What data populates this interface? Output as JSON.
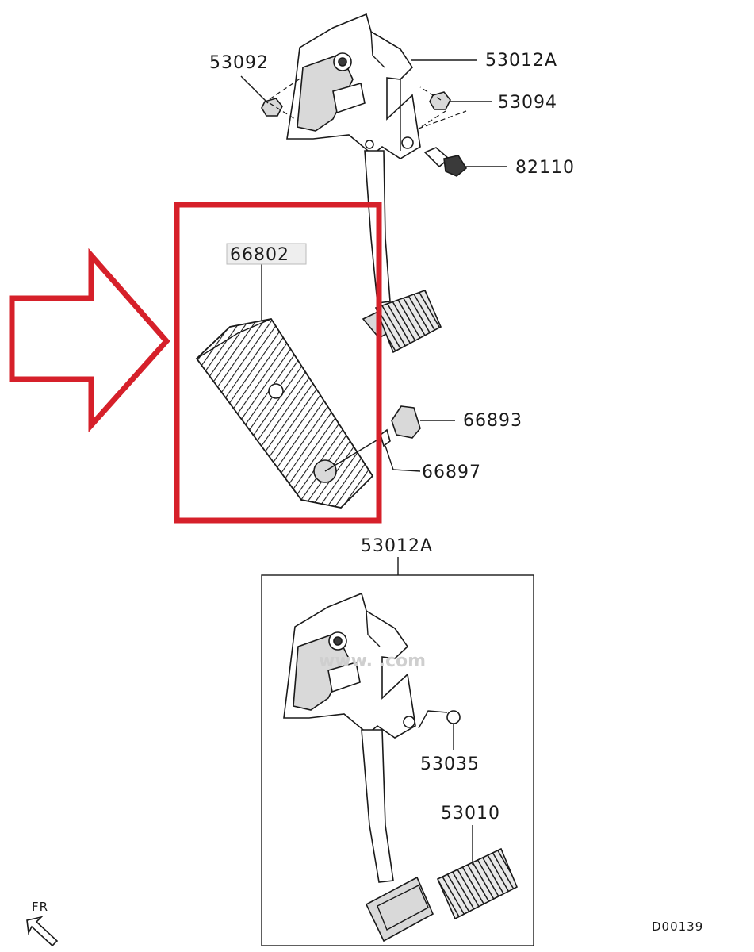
{
  "parts": {
    "p53092": "53092",
    "p53012A_top": "53012A",
    "p53094": "53094",
    "p82110": "82110",
    "p66802": "66802",
    "p66893": "66893",
    "p66897": "66897",
    "p53012A_inset": "53012A",
    "p53035": "53035",
    "p53010": "53010"
  },
  "orientation_label": "FR",
  "diagram_code": "D00139",
  "watermark": "www.      .com",
  "colors": {
    "highlight": "#d6202a",
    "ink": "#1a1a1a"
  }
}
